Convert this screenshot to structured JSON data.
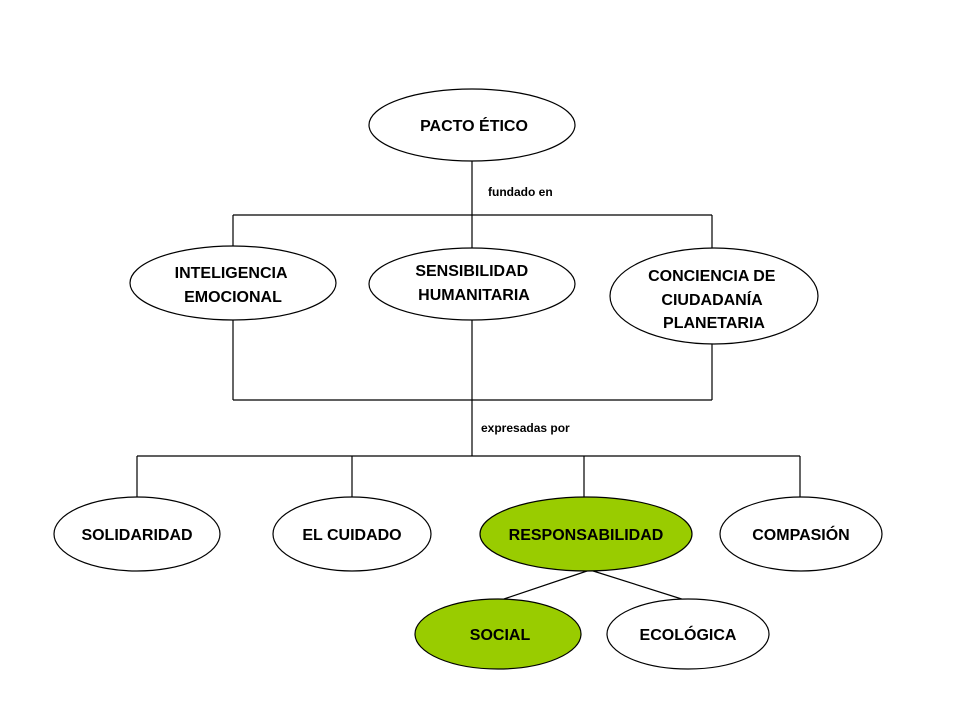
{
  "diagram": {
    "root": {
      "label": "PACTO ÉTICO"
    },
    "edge_labels": {
      "founded": "fundado en",
      "expressed": "expresadas por"
    },
    "foundations": [
      {
        "lines": [
          "INTELIGENCIA",
          "EMOCIONAL"
        ]
      },
      {
        "lines": [
          "SENSIBILIDAD",
          "HUMANITARIA"
        ]
      },
      {
        "lines": [
          "CONCIENCIA DE",
          "CIUDADANÍA",
          "PLANETARIA"
        ]
      }
    ],
    "expressions": [
      {
        "label": "SOLIDARIDAD",
        "highlight": false
      },
      {
        "label": "EL CUIDADO",
        "highlight": false
      },
      {
        "label": "RESPONSABILIDAD",
        "highlight": true
      },
      {
        "label": "COMPASIÓN",
        "highlight": false
      }
    ],
    "responsibility_types": [
      {
        "label": "SOCIAL",
        "highlight": true
      },
      {
        "label": "ECOLÓGICA",
        "highlight": false
      }
    ],
    "colors": {
      "highlight": "#99cc00",
      "default_fill": "#ffffff",
      "stroke": "#000000"
    }
  }
}
